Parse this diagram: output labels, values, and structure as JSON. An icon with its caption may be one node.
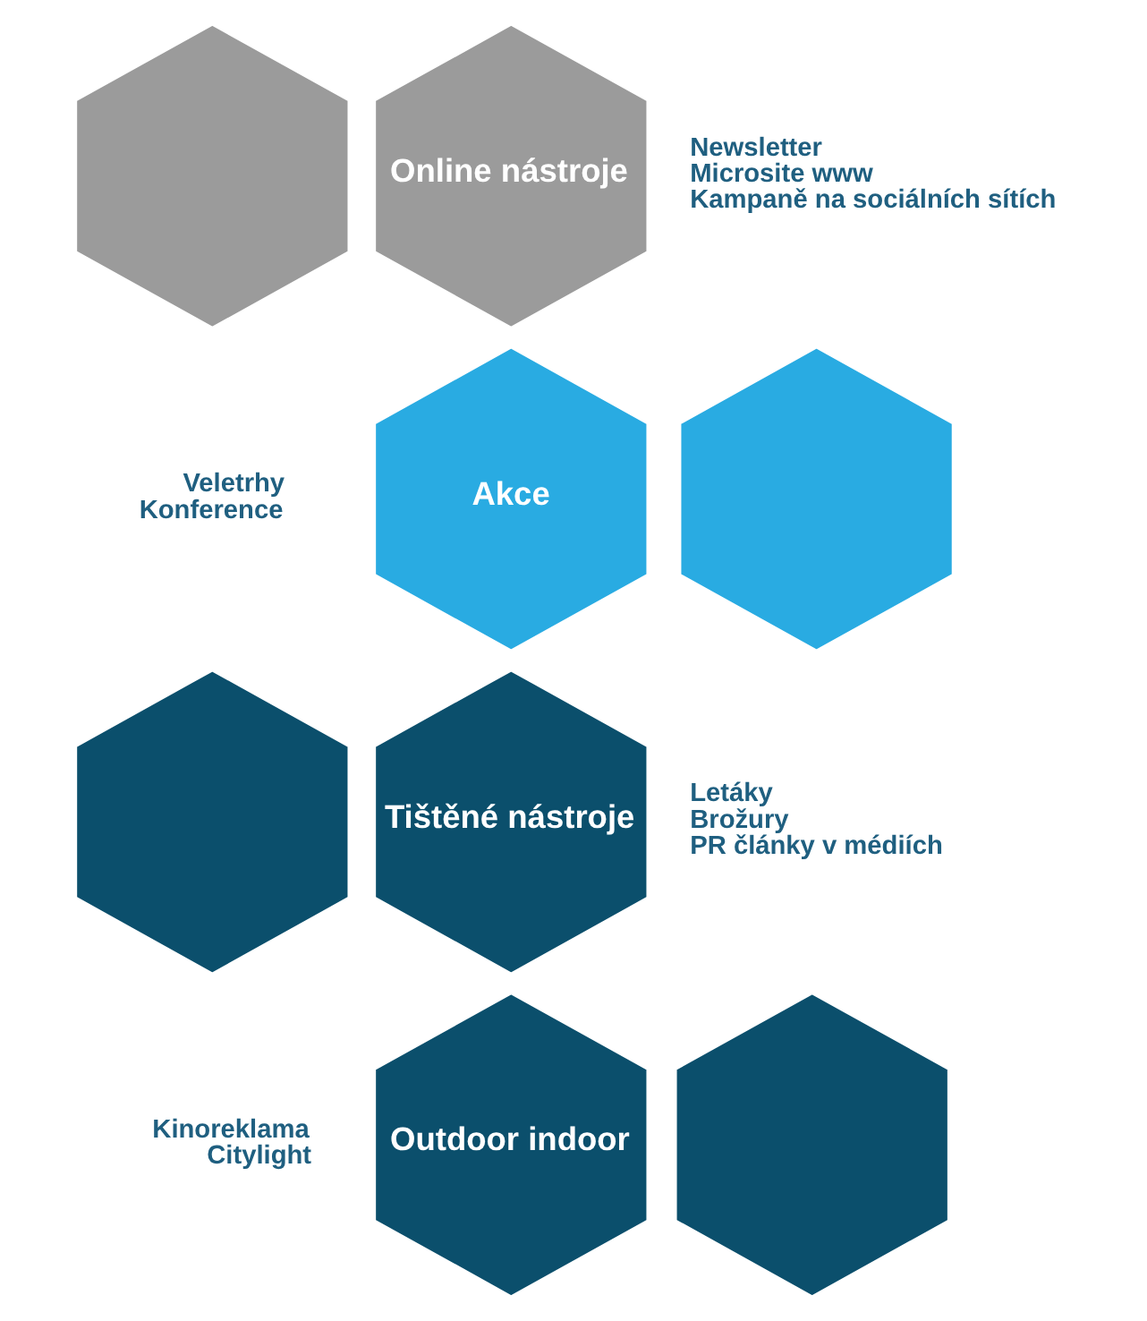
{
  "diagram": {
    "nodes": [
      {
        "text": [],
        "shape": "hexagon"
      },
      {
        "text": [
          "Online nástroje"
        ],
        "beside": [
          "Newsletter",
          "Microsite www",
          "Kampaně na sociálních sítích"
        ]
      },
      {
        "text": [
          "Akce"
        ],
        "beside": [
          "Veletrhy",
          "Konference"
        ]
      },
      {
        "text": [],
        "shape": "hexagon"
      },
      {
        "text": [],
        "shape": "hexagon"
      },
      {
        "text": [
          "Tištěné nástroje"
        ],
        "beside": [
          "Letáky",
          "Brožury",
          "PR články v médiích"
        ]
      },
      {
        "text": [
          "Outdoor indoor"
        ],
        "beside": [
          "Kinoreklama",
          "Citylight"
        ]
      },
      {
        "text": [],
        "shape": "hexagon"
      }
    ],
    "edges": []
  }
}
